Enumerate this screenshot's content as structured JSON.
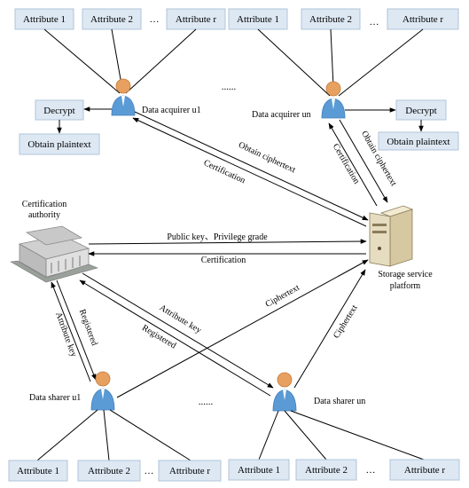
{
  "attributes": {
    "top_left": [
      "Attribute 1",
      "Attribute 2",
      "Attribute r"
    ],
    "top_right": [
      "Attribute 1",
      "Attribute 2",
      "Attribute r"
    ],
    "bottom_left": [
      "Attribute 1",
      "Attribute 2",
      "Attribute r"
    ],
    "bottom_right": [
      "Attribute 1",
      "Attribute 2",
      "Attribute r"
    ]
  },
  "ellipsis": "…",
  "dots": "......",
  "acquirer_left": {
    "label": "Data acquirer u1",
    "decrypt": "Decrypt",
    "plaintext": "Obtain plaintext"
  },
  "acquirer_right": {
    "label": "Data acquirer un",
    "decrypt": "Decrypt",
    "plaintext": "Obtain plaintext"
  },
  "sharer_left": {
    "label": "Data sharer u1"
  },
  "sharer_right": {
    "label": "Data sharer un"
  },
  "certification_authority": {
    "line1": "Certification",
    "line2": "authority"
  },
  "storage_platform": {
    "line1": "Storage service",
    "line2": "platform"
  },
  "edge_labels": {
    "obtain_ciphertext": "Obtain ciphertext",
    "certification": "Certification",
    "public_key": "Public key、Privilege grade",
    "ciphertext": "Ciphertext",
    "attribute_key": "Attribute key",
    "registered": "Registered"
  },
  "colors": {
    "box_fill": "#dde8f3",
    "box_stroke": "#b0c4d8",
    "person_body": "#5b9bd5",
    "person_head": "#e8a060",
    "server": "#e6dcc0"
  }
}
